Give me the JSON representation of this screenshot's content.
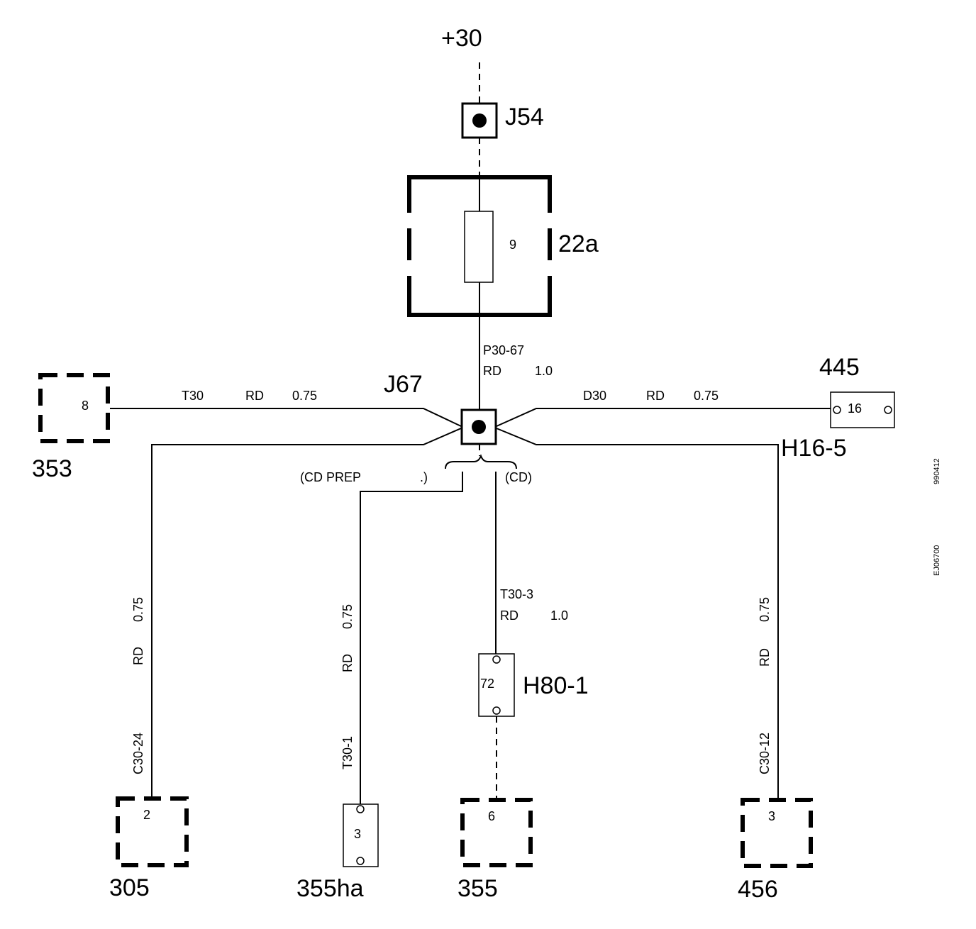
{
  "supply": {
    "label": "+30"
  },
  "j54": {
    "label": "J54"
  },
  "fuse": {
    "label": "22a",
    "number": "9"
  },
  "j67": {
    "label": "J67"
  },
  "wires": {
    "p30_67": {
      "name": "P30-67",
      "color": "RD",
      "size": "1.0"
    },
    "t30": {
      "name": "T30",
      "color": "RD",
      "size": "0.75"
    },
    "d30": {
      "name": "D30",
      "color": "RD",
      "size": "0.75"
    },
    "c30_24": {
      "name": "C30-24",
      "color": "RD",
      "size": "0.75"
    },
    "t30_1": {
      "name": "T30-1",
      "color": "RD",
      "size": "0.75"
    },
    "t30_3": {
      "name": "T30-3",
      "color": "RD",
      "size": "1.0"
    },
    "c30_12": {
      "name": "C30-12",
      "color": "RD",
      "size": "0.75"
    }
  },
  "variants": {
    "cd_prep_left": "(CD PREP",
    "cd_prep_right": ".)",
    "cd": "(CD)"
  },
  "components": {
    "c353": {
      "label": "353",
      "pin": "8"
    },
    "c445": {
      "label": "445",
      "pin": "16"
    },
    "h16_5": {
      "label": "H16-5"
    },
    "h80_1": {
      "label": "H80-1",
      "pin": "72"
    },
    "c305": {
      "label": "305",
      "pin": "2"
    },
    "c355ha": {
      "label": "355ha",
      "pin": "3"
    },
    "c355": {
      "label": "355",
      "pin": "6"
    },
    "c456": {
      "label": "456",
      "pin": "3"
    }
  },
  "side_codes": {
    "code1": "990412",
    "code2": "EJ06700"
  }
}
